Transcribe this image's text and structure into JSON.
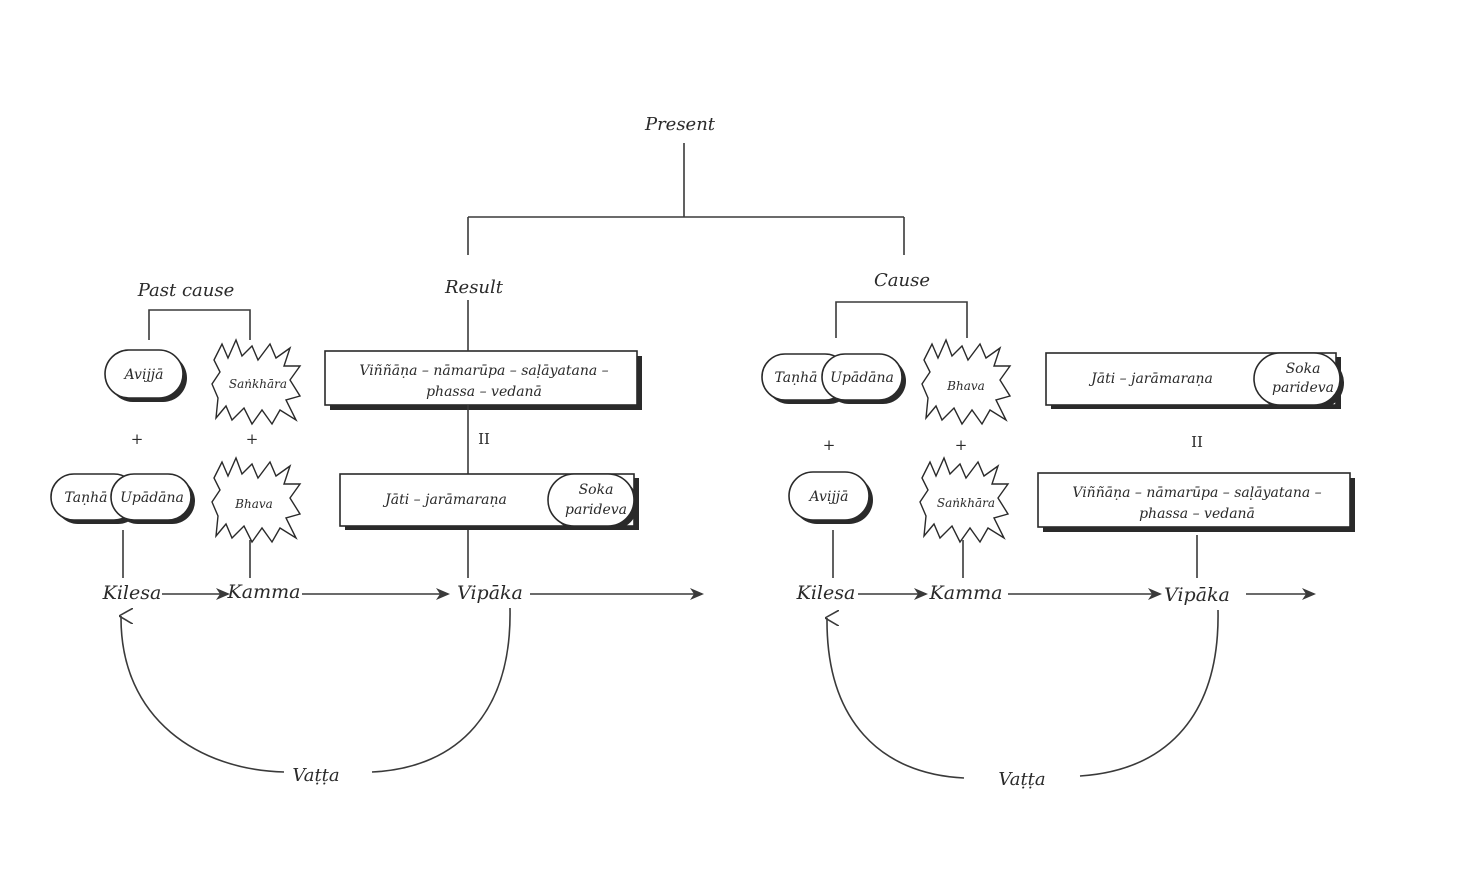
{
  "diagram": {
    "present": "Present",
    "result": "Result",
    "cause": "Cause",
    "past_cause": "Past cause",
    "plus": "+",
    "equals": "II",
    "left": {
      "avijja": "Avijjā",
      "sankhara": "Saṅkhāra",
      "tanha": "Taṇhā",
      "upadana": "Upādāna",
      "bhava": "Bhava",
      "result_box_line1": "Viññāṇa – nāmarūpa – saḷāyatana –",
      "result_box_line2": "phassa – vedanā",
      "jati_box": "Jāti – jarāmaraṇa",
      "soka_line1": "Soka",
      "soka_line2": "parideva",
      "kilesa": "Kilesa",
      "kamma": "Kamma",
      "vipaka": "Vipāka",
      "vatta": "Vaṭṭa"
    },
    "right": {
      "tanha": "Taṇhā",
      "upadana": "Upādāna",
      "bhava": "Bhava",
      "jati_box": "Jāti – jarāmaraṇa",
      "soka_line1": "Soka",
      "soka_line2": "parideva",
      "avijja": "Avijjā",
      "sankhara": "Saṅkhāra",
      "result_box_line1": "Viññāṇa – nāmarūpa – saḷāyatana –",
      "result_box_line2": "phassa – vedanā",
      "kilesa": "Kilesa",
      "kamma": "Kamma",
      "vipaka": "Vipāka",
      "vatta": "Vaṭṭa"
    }
  }
}
